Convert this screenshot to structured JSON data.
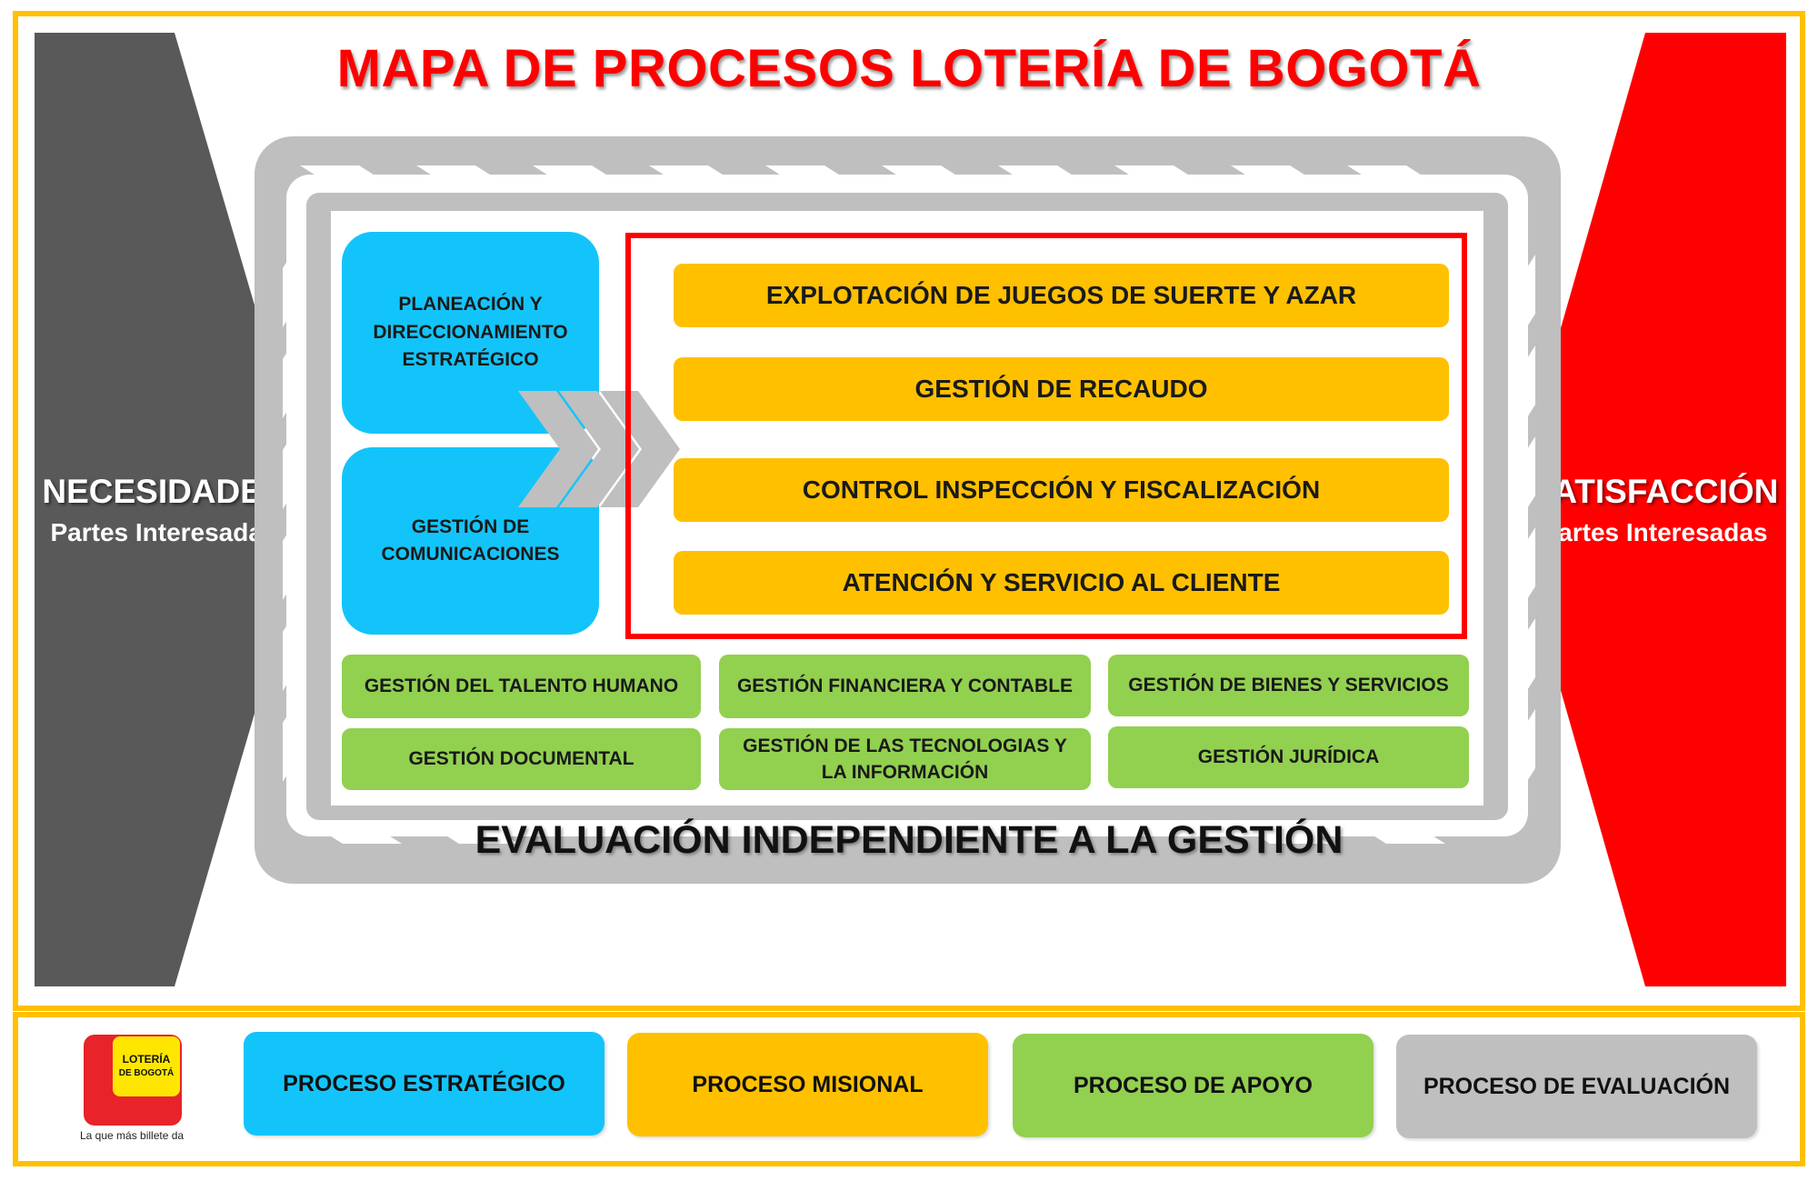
{
  "title": "MAPA DE PROCESOS LOTERÍA DE BOGOTÁ",
  "left_arrow": {
    "title": "NECESIDADES",
    "subtitle": "Partes Interesadas",
    "color": "#595959"
  },
  "right_arrow": {
    "title": "SATISFACCIÓN",
    "subtitle": "Partes Interesadas",
    "color": "#ff0000"
  },
  "strategic": [
    {
      "label": "PLANEACIÓN Y DIRECCIONAMIENTO ESTRATÉGICO"
    },
    {
      "label": "GESTIÓN DE COMUNICACIONES"
    }
  ],
  "misional": [
    {
      "label": "EXPLOTACIÓN DE JUEGOS DE SUERTE Y AZAR"
    },
    {
      "label": "GESTIÓN DE RECAUDO"
    },
    {
      "label": "CONTROL INSPECCIÓN Y FISCALIZACIÓN"
    },
    {
      "label": "ATENCIÓN Y SERVICIO AL CLIENTE"
    }
  ],
  "support": [
    {
      "label": "GESTIÓN DEL TALENTO HUMANO"
    },
    {
      "label": "GESTIÓN FINANCIERA Y CONTABLE"
    },
    {
      "label": "GESTIÓN DE BIENES Y SERVICIOS"
    },
    {
      "label": "GESTIÓN DOCUMENTAL"
    },
    {
      "label": "GESTIÓN DE LAS TECNOLOGIAS Y LA INFORMACIÓN"
    },
    {
      "label": "GESTIÓN JURÍDICA"
    }
  ],
  "evaluation": {
    "label": "EVALUACIÓN INDEPENDIENTE A LA GESTIÓN"
  },
  "logo": {
    "name": "LOTERÍA DE BOGOTÁ",
    "tagline": "La que más billete da"
  },
  "legend": [
    {
      "label": "PROCESO ESTRATÉGICO",
      "color": "#13c4fa"
    },
    {
      "label": "PROCESO MISIONAL",
      "color": "#ffc000"
    },
    {
      "label": "PROCESO DE APOYO",
      "color": "#92d050"
    },
    {
      "label": "PROCESO DE EVALUACIÓN",
      "color": "#bfbfbf"
    }
  ],
  "colors": {
    "frame": "#ffc000",
    "evaluation_gray": "#bfbfbf",
    "misional_border": "#ff0000",
    "title_red": "#ff0000"
  }
}
